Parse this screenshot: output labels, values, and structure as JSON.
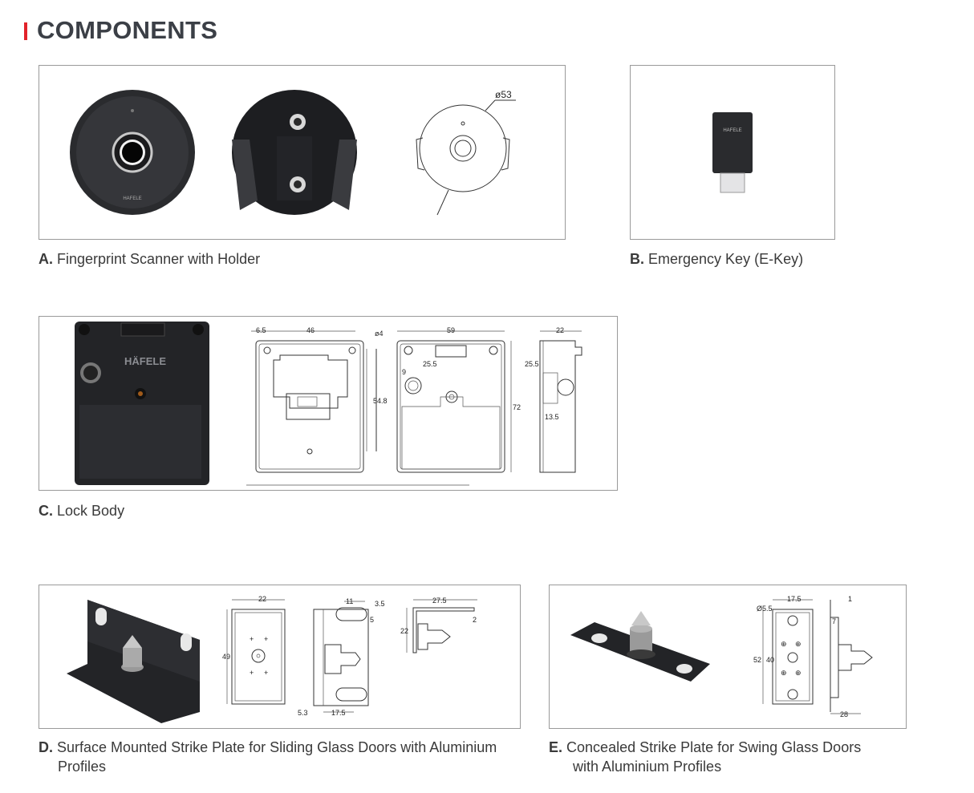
{
  "header": {
    "title": "COMPONENTS",
    "accent_color": "#e2232a"
  },
  "brand": "HÄFELE",
  "brand_small": "HAFELE",
  "components": [
    {
      "letter": "A.",
      "label": "Fingerprint Scanner with Holder",
      "dims": [
        "ø53"
      ]
    },
    {
      "letter": "B.",
      "label": "Emergency Key (E-Key)"
    },
    {
      "letter": "C.",
      "label": "Lock Body",
      "dims": [
        "6.5",
        "46",
        "ø4",
        "54.8",
        "59",
        "25.5",
        "9",
        "72",
        "22",
        "25.5",
        "13.5"
      ]
    },
    {
      "letter": "D.",
      "label_line1": "Surface Mounted Strike Plate for Sliding Glass Doors with Aluminium",
      "label_line2": "Profiles",
      "dims": [
        "22",
        "49",
        "11",
        "3.5",
        "5",
        "5.3",
        "17.5",
        "27.5",
        "2",
        "22"
      ]
    },
    {
      "letter": "E.",
      "label_line1": "Concealed Strike Plate for Swing Glass Doors",
      "label_line2": "with Aluminium Profiles",
      "dims": [
        "17.5",
        "Ø5.5",
        "52",
        "40",
        "1",
        "7",
        "28"
      ]
    }
  ]
}
